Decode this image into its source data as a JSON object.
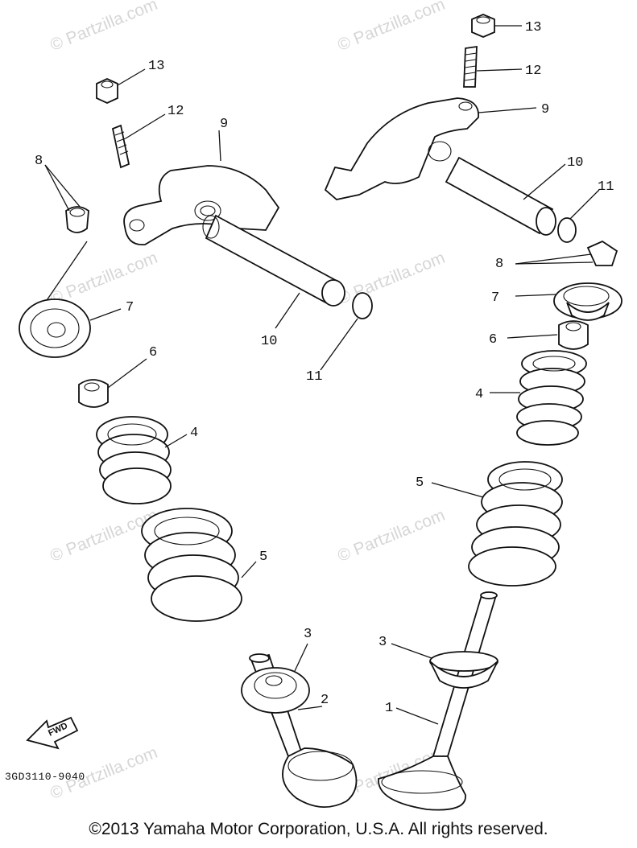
{
  "watermark": "© Partzilla.com",
  "part_labels": {
    "p1": "1",
    "p2": "2",
    "p3": "3",
    "p4": "4",
    "p5": "5",
    "p6": "6",
    "p7": "7",
    "p8": "8",
    "p9": "9",
    "p10": "10",
    "p11": "11",
    "p12": "12",
    "p13": "13"
  },
  "fwd_label": "FWD",
  "diagram_code": "3GD3110-9040",
  "copyright": "©2013  Yamaha Motor Corporation, U.S.A. All rights reserved."
}
